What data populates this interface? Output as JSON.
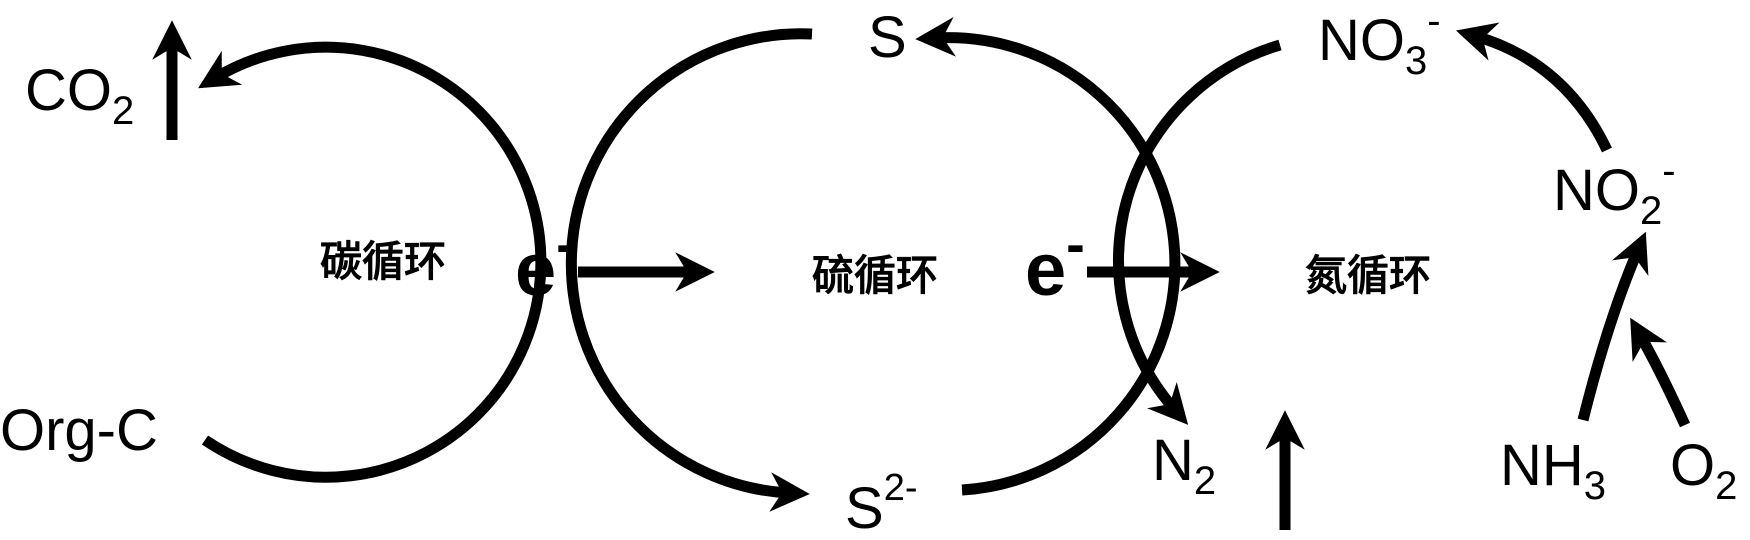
{
  "species": {
    "co2": {
      "main": "CO",
      "sub": "2"
    },
    "org_c": "Org-C",
    "s": "S",
    "s2": {
      "main": "S",
      "sup": "2-"
    },
    "no3": {
      "main": "NO",
      "sub": "3",
      "sup": "-"
    },
    "no2": {
      "main": "NO",
      "sub": "2",
      "sup": "-"
    },
    "n2": {
      "main": "N",
      "sub": "2"
    },
    "nh3": {
      "main": "NH",
      "sub": "3"
    },
    "o2": {
      "main": "O",
      "sub": "2"
    }
  },
  "cycles": {
    "carbon": "碳循环",
    "sulfur": "硫循环",
    "nitrogen": "氮循环"
  },
  "electron": {
    "main": "e",
    "sup": "-"
  },
  "colors": {
    "stroke": "#000000",
    "background": "#ffffff"
  }
}
